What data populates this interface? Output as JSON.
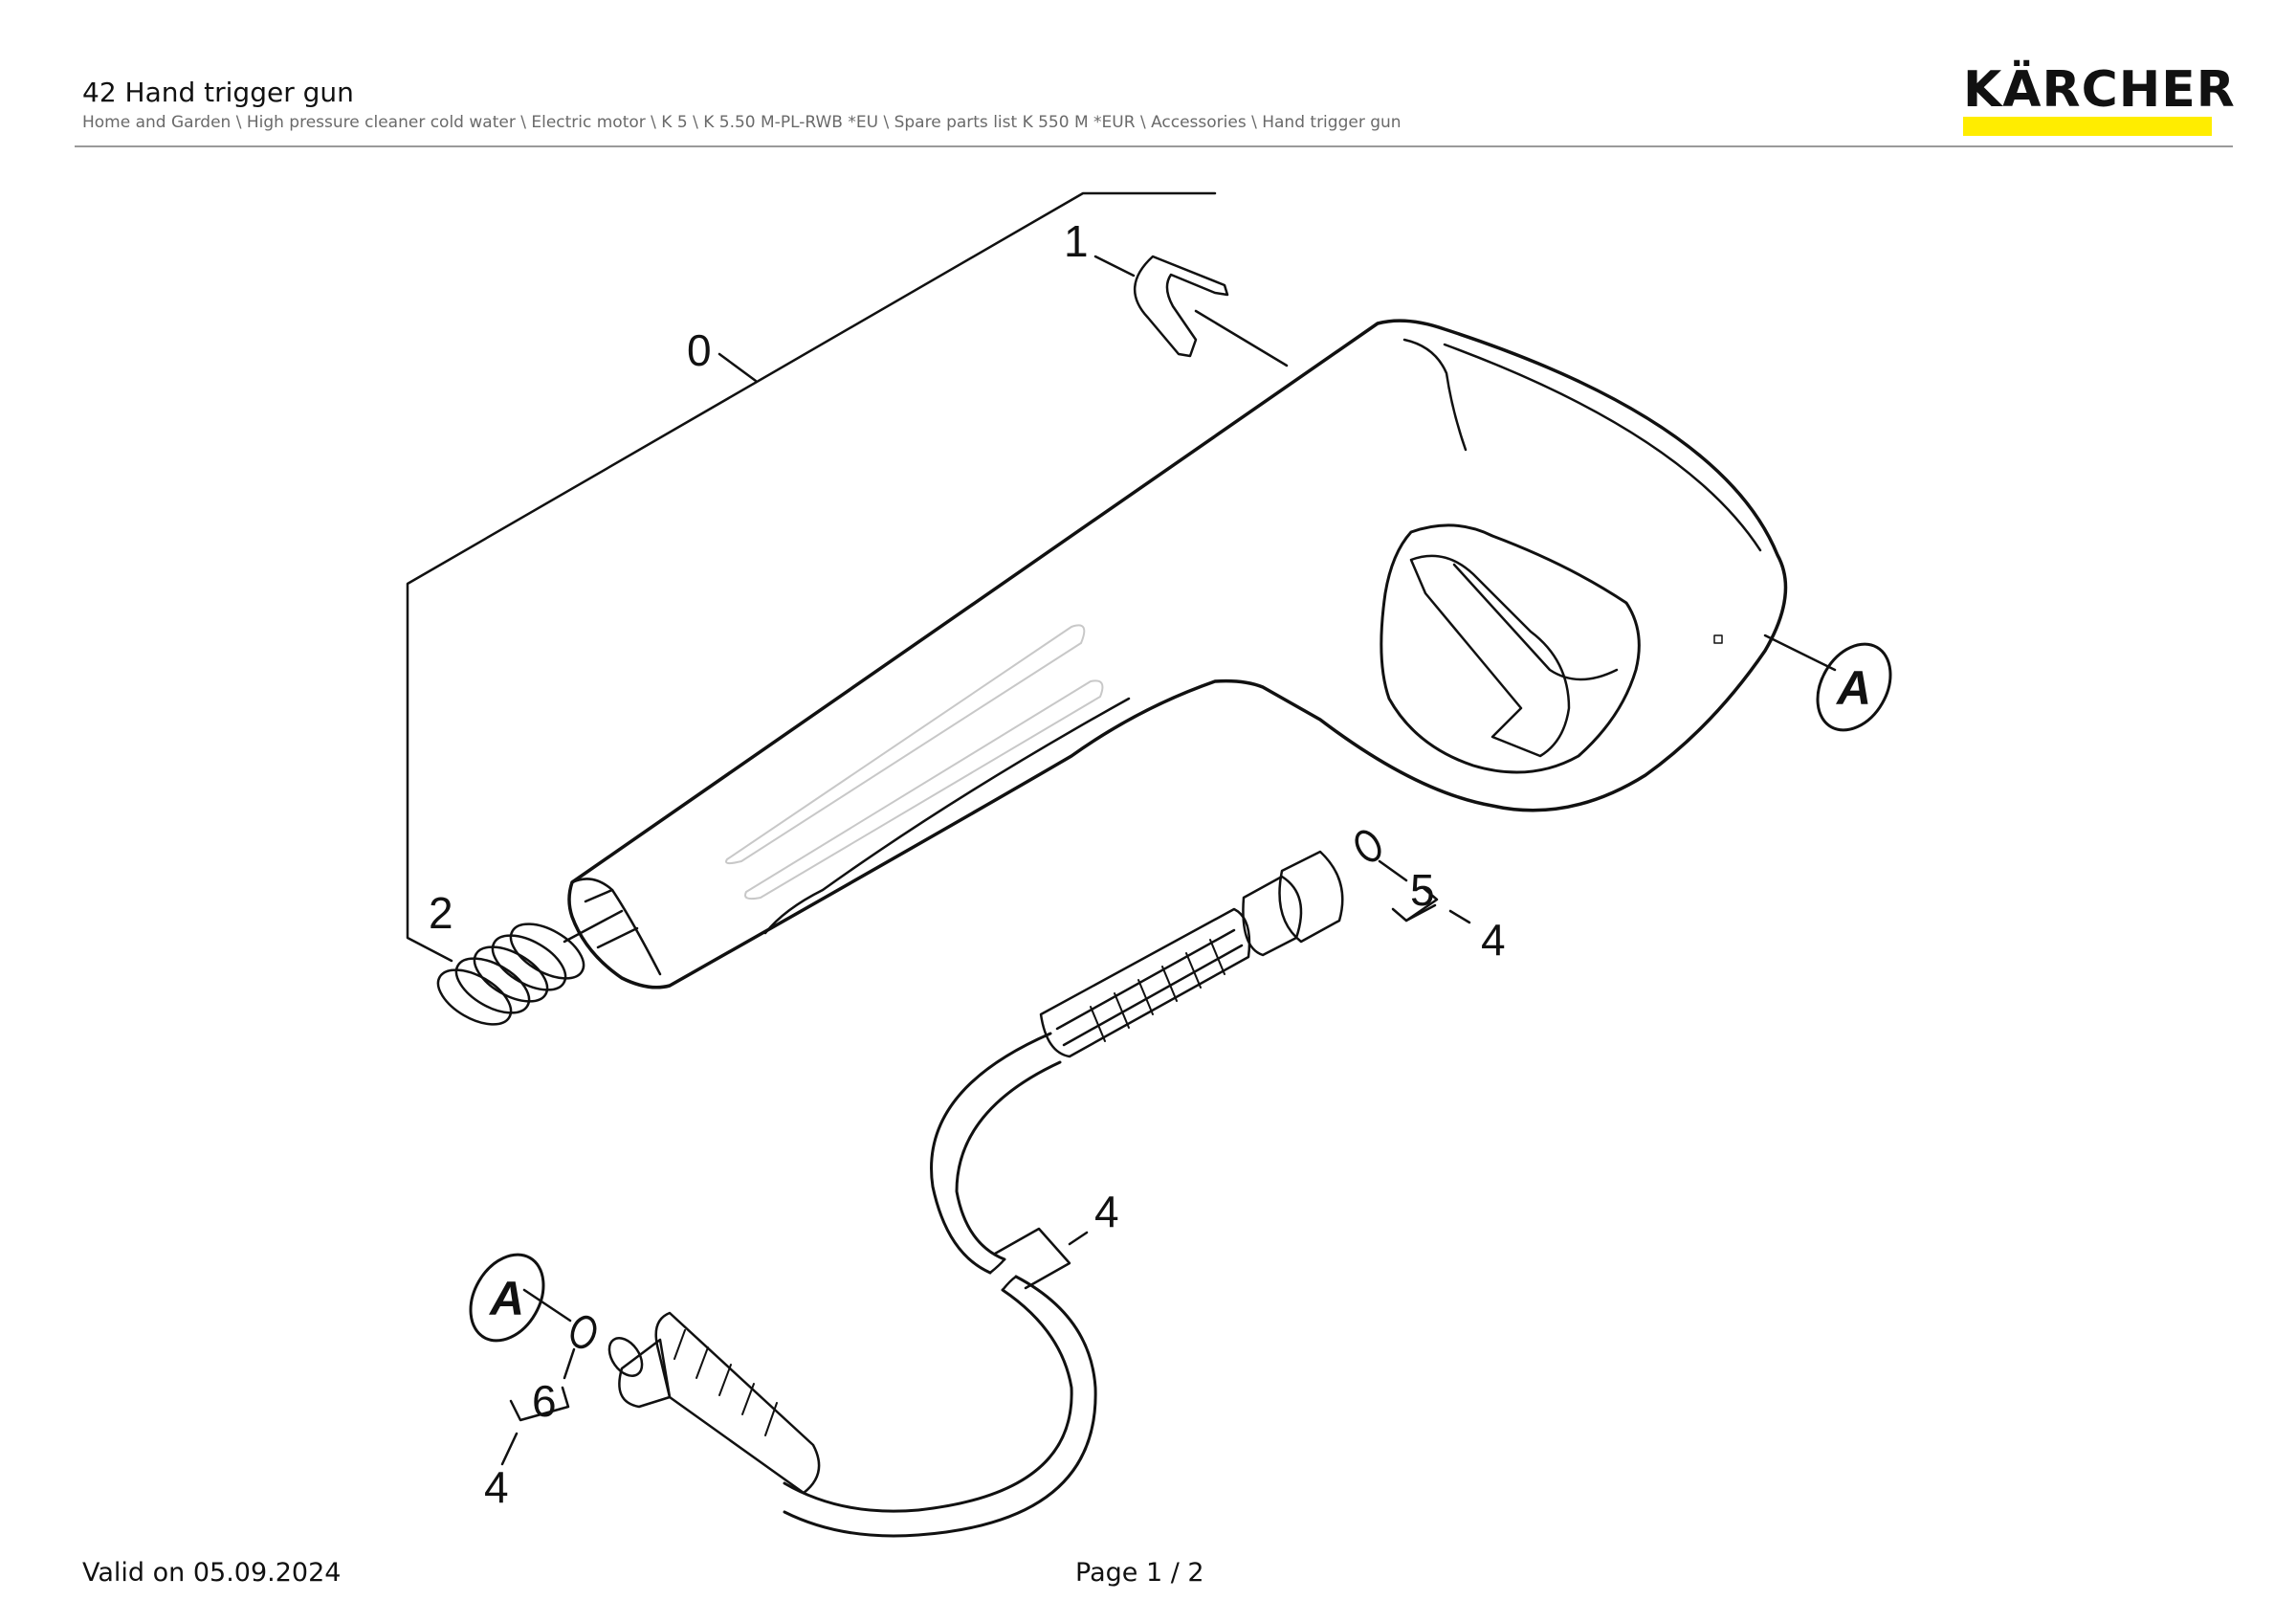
{
  "header": {
    "title": "42 Hand trigger gun",
    "breadcrumb": "Home and Garden \\ High pressure cleaner cold water \\ Electric motor \\ K 5 \\ K 5.50 M-PL-RWB *EU \\ Spare parts list K 550 M *EUR \\ Accessories \\ Hand trigger gun",
    "brand": "KÄRCHER",
    "brand_accent": "#ffed00"
  },
  "diagram": {
    "labels": {
      "p0": "0",
      "p1": "1",
      "p2": "2",
      "p4_top": "4",
      "p5": "5",
      "p4_mid": "4",
      "p6": "6",
      "p4_bottom": "4",
      "a_right": "A",
      "a_left": "A"
    }
  },
  "footer": {
    "valid": "Valid on 05.09.2024",
    "page": "Page 1 / 2"
  }
}
